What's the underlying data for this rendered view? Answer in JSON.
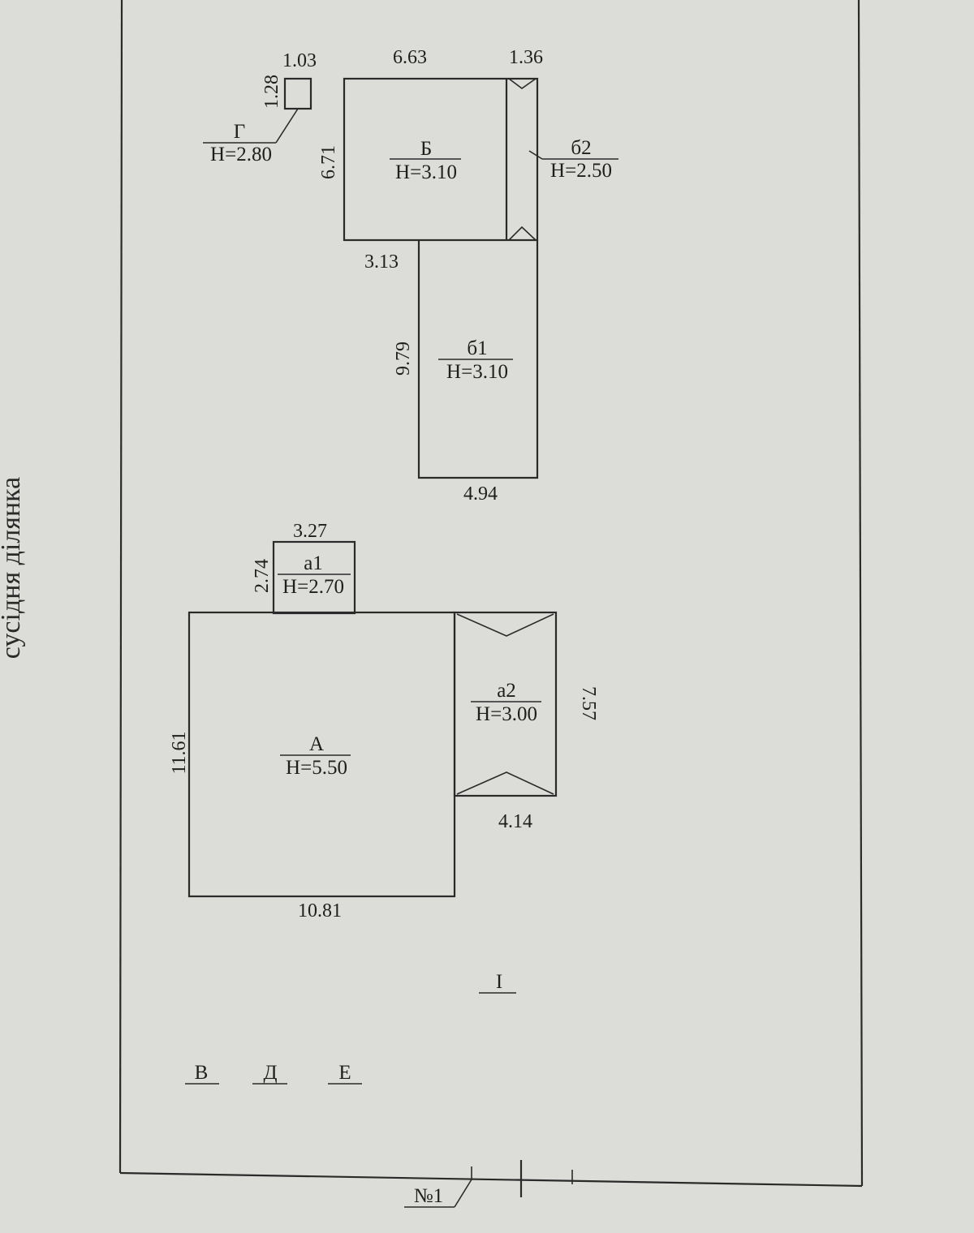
{
  "side_label": "сусідня ділянка",
  "plot_number": "№1",
  "buildings": {
    "G": {
      "name": "Г",
      "height": "H=2.80"
    },
    "B": {
      "name": "Б",
      "height": "H=3.10"
    },
    "b2": {
      "name": "б2",
      "height": "H=2.50"
    },
    "b1": {
      "name": "б1",
      "height": "H=3.10"
    },
    "a1": {
      "name": "а1",
      "height": "H=2.70"
    },
    "A": {
      "name": "А",
      "height": "H=5.50"
    },
    "a2": {
      "name": "а2",
      "height": "H=3.00"
    }
  },
  "dimensions": {
    "g_width": "1.03",
    "g_height": "1.28",
    "b_width": "6.63",
    "b2_width": "1.36",
    "b_height": "6.71",
    "b_bottom": "3.13",
    "b1_height": "9.79",
    "b1_width": "4.94",
    "a1_width": "3.27",
    "a1_height": "2.74",
    "a_height": "11.61",
    "a_width": "10.81",
    "a2_height": "7.57",
    "a2_width": "4.14"
  },
  "markers": {
    "I": "I",
    "V": "В",
    "D": "Д",
    "E": "Е"
  }
}
